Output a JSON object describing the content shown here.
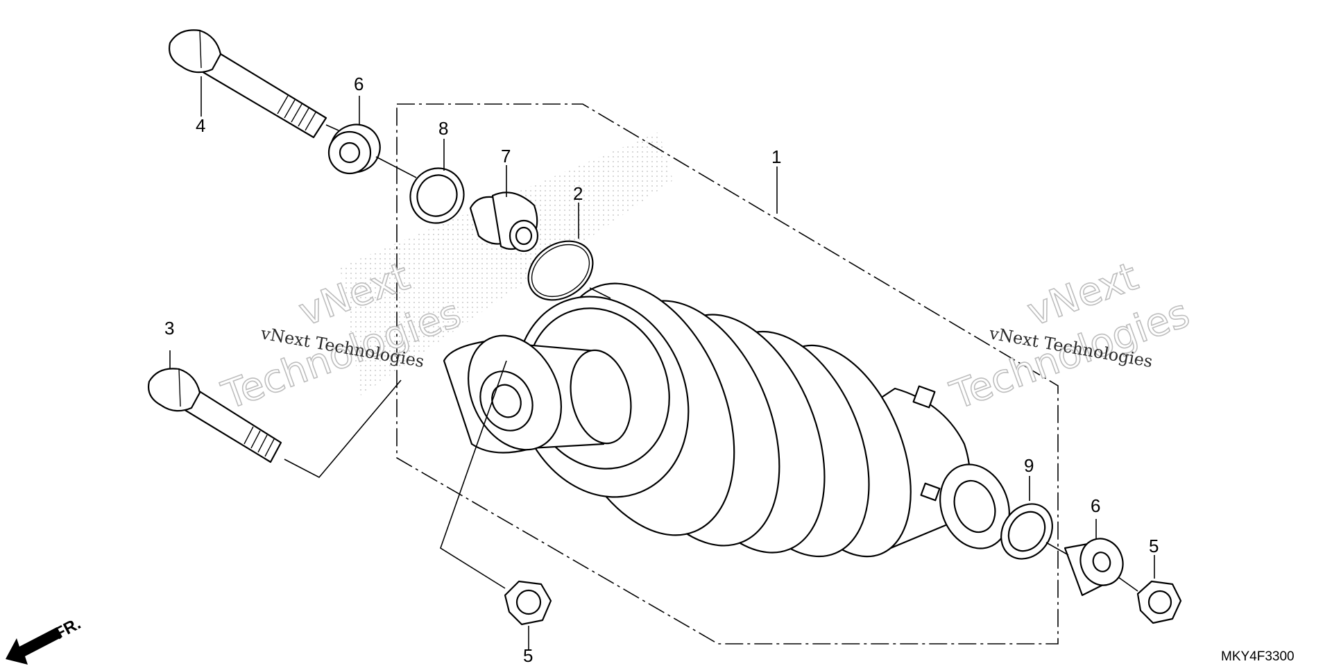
{
  "diagram": {
    "code": "MKY4F3300",
    "front_label": "FR.",
    "callouts": [
      {
        "id": "c1",
        "label": "1"
      },
      {
        "id": "c2",
        "label": "2"
      },
      {
        "id": "c3",
        "label": "3"
      },
      {
        "id": "c4",
        "label": "4"
      },
      {
        "id": "c5a",
        "label": "5"
      },
      {
        "id": "c5b",
        "label": "5"
      },
      {
        "id": "c6a",
        "label": "6"
      },
      {
        "id": "c6b",
        "label": "6"
      },
      {
        "id": "c7",
        "label": "7"
      },
      {
        "id": "c8",
        "label": "8"
      },
      {
        "id": "c9",
        "label": "9"
      }
    ],
    "watermarks": {
      "small": "vNext Technologies",
      "big_line1": "vNext",
      "big_line2": "Technologies"
    }
  }
}
